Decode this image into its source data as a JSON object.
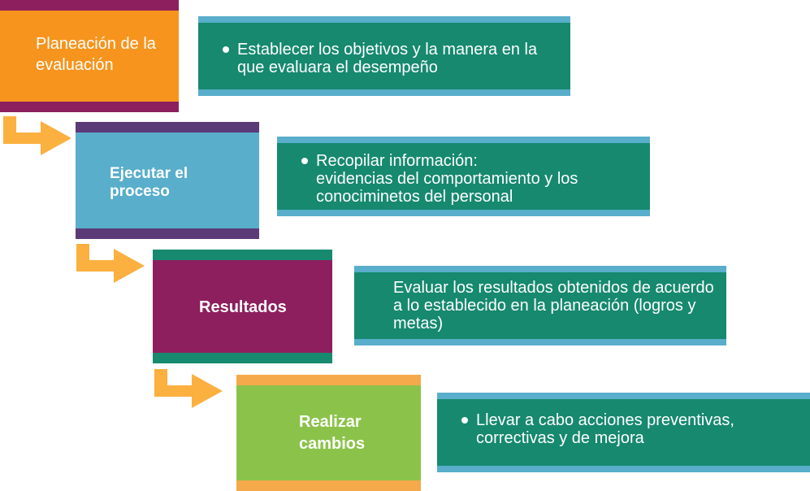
{
  "steps": [
    {
      "label": "Planeación de la evaluación",
      "fill": "#f7941d",
      "band": "#8e1f5e",
      "note": [
        "Establecer los objetivos y la manera en la que evaluara el desempeño"
      ],
      "bulleted": true
    },
    {
      "label": "Ejecutar el proceso",
      "fill": "#58aecb",
      "band": "#5b3a78",
      "note": [
        "Recopilar información:",
        "evidencias del comportamiento y los conociminetos del personal"
      ],
      "bulleted": true
    },
    {
      "label": "Resultados",
      "fill": "#8e1f5e",
      "band": "#16896f",
      "note": [
        "Evaluar los resultados obtenidos de acuerdo a lo establecido en la planeación (logros y metas)"
      ],
      "bulleted": false
    },
    {
      "label": "Realizar cambios",
      "fill": "#8bc34a",
      "band": "#f5a94a",
      "note": [
        "Llevar a cabo acciones preventivas, correctivas y de mejora"
      ],
      "bulleted": true
    }
  ],
  "colors": {
    "note_fill": "#16896f",
    "note_band": "#58aecb",
    "arrow": "#fbb040"
  }
}
